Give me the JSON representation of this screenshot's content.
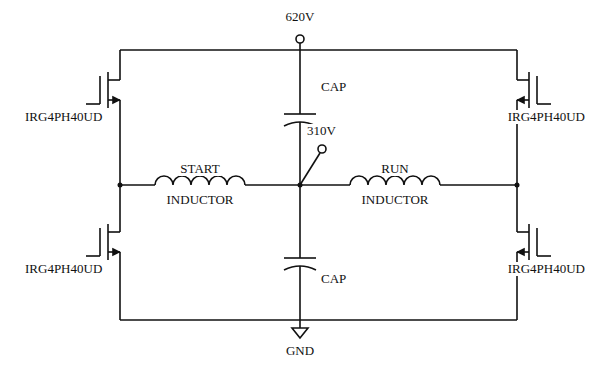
{
  "diagram": {
    "labels": [
      "620V",
      "CAP",
      "IRG4PH40UD",
      "310V",
      "IRG4PH40UD",
      "START",
      "RUN",
      "INDUCTOR",
      "INDUCTOR",
      "IRG4PH40UD",
      "IRG4PH40UD",
      "CAP",
      "GND"
    ]
  }
}
